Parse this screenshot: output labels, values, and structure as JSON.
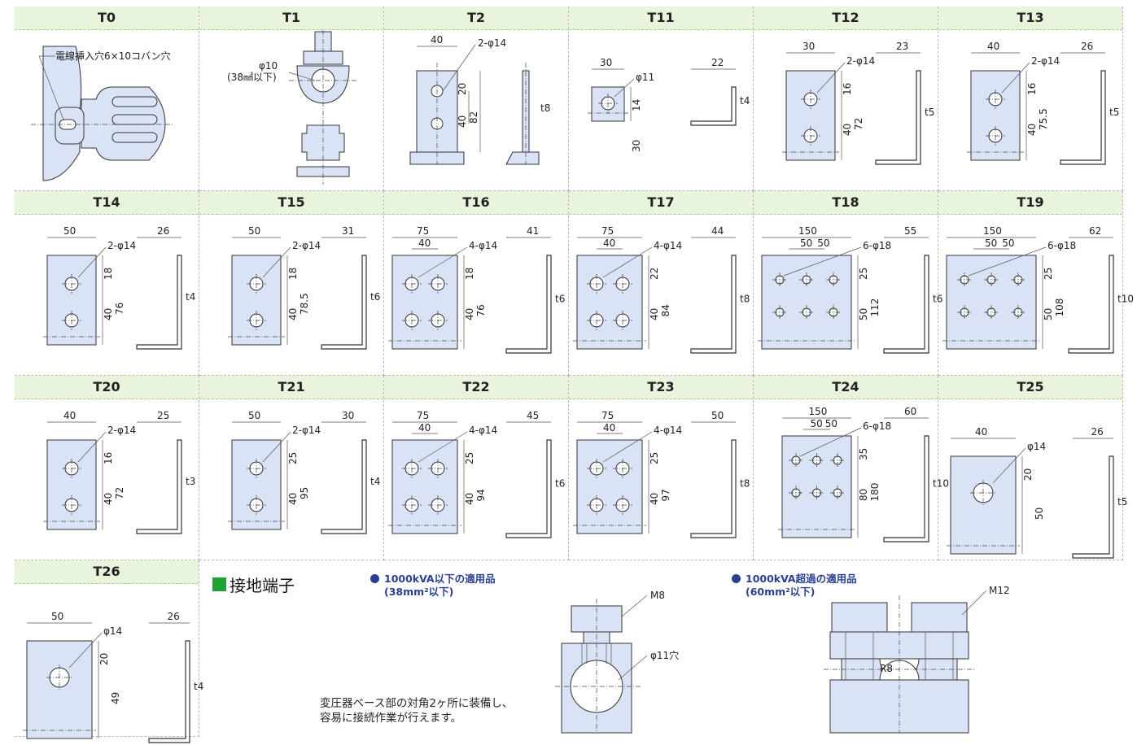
{
  "terminals": [
    {
      "id": "T0",
      "note": "電線挿入穴6×10コバン穴"
    },
    {
      "id": "T1",
      "dia": "φ10",
      "size": "(38㎟以下)"
    },
    {
      "id": "T2",
      "w": "40",
      "holes": "2-φ14",
      "d1": "20",
      "d2": "40",
      "d3": "82",
      "t": "t8"
    },
    {
      "id": "T11",
      "w": "30",
      "holes": "φ11",
      "d1": "14",
      "d2": "30",
      "l": "22",
      "t": "t4"
    },
    {
      "id": "T12",
      "w": "30",
      "holes": "2-φ14",
      "d1": "16",
      "d2": "40",
      "d3": "72",
      "l": "23",
      "t": "t5"
    },
    {
      "id": "T13",
      "w": "40",
      "holes": "2-φ14",
      "d1": "16",
      "d2": "40",
      "d3": "75.5",
      "l": "26",
      "t": "t5"
    },
    {
      "id": "T14",
      "w": "50",
      "holes": "2-φ14",
      "d1": "18",
      "d2": "40",
      "d3": "76",
      "l": "26",
      "t": "t4"
    },
    {
      "id": "T15",
      "w": "50",
      "holes": "2-φ14",
      "d1": "18",
      "d2": "40",
      "d3": "78.5",
      "l": "31",
      "t": "t6"
    },
    {
      "id": "T16",
      "w": "75",
      "w2": "40",
      "holes": "4-φ14",
      "d1": "18",
      "d2": "40",
      "d3": "76",
      "l": "41",
      "t": "t6"
    },
    {
      "id": "T17",
      "w": "75",
      "w2": "40",
      "holes": "4-φ14",
      "d1": "22",
      "d2": "40",
      "d3": "84",
      "l": "44",
      "t": "t8"
    },
    {
      "id": "T18",
      "w": "150",
      "w2": "50",
      "w3": "50",
      "holes": "6-φ18",
      "d1": "25",
      "d2": "50",
      "d3": "112",
      "l": "55",
      "t": "t6"
    },
    {
      "id": "T19",
      "w": "150",
      "w2": "50",
      "w3": "50",
      "holes": "6-φ18",
      "d1": "25",
      "d2": "50",
      "d3": "108",
      "l": "62",
      "t": "t10"
    },
    {
      "id": "T20",
      "w": "40",
      "holes": "2-φ14",
      "d1": "16",
      "d2": "40",
      "d3": "72",
      "l": "25",
      "t": "t3"
    },
    {
      "id": "T21",
      "w": "50",
      "holes": "2-φ14",
      "d1": "25",
      "d2": "40",
      "d3": "95",
      "l": "30",
      "t": "t4"
    },
    {
      "id": "T22",
      "w": "75",
      "w2": "40",
      "holes": "4-φ14",
      "d1": "25",
      "d2": "40",
      "d3": "94",
      "l": "45",
      "t": "t6"
    },
    {
      "id": "T23",
      "w": "75",
      "w2": "40",
      "holes": "4-φ14",
      "d1": "25",
      "d2": "40",
      "d3": "97",
      "l": "50",
      "t": "t8"
    },
    {
      "id": "T24",
      "w": "150",
      "w2": "50",
      "w3": "50",
      "holes": "6-φ18",
      "d1": "35",
      "d2": "80",
      "d3": "180",
      "l": "60",
      "t": "t10"
    },
    {
      "id": "T25",
      "w": "40",
      "holes": "φ14",
      "d1": "20",
      "d3": "50",
      "l": "26",
      "t": "t5"
    },
    {
      "id": "T26",
      "w": "50",
      "holes": "φ14",
      "d1": "20",
      "d3": "49",
      "l": "26",
      "t": "t4"
    }
  ],
  "grounding": {
    "title": "接地端子",
    "small": {
      "line1": "1000kVA以下の適用品",
      "line2": "(38mm²以下)",
      "bolt": "M8",
      "hole": "φ11穴"
    },
    "large": {
      "line1": "1000kVA超過の適用品",
      "line2": "(60mm²以下)",
      "bolt": "M12",
      "radius": "R8"
    },
    "note_line1": "変圧器ベース部の対角2ヶ所に装備し、",
    "note_line2": "容易に接続作業が行えます。"
  },
  "colors": {
    "header_bg": "#e9f4dd",
    "plate_fill": "#d9e3f5",
    "accent_green": "#1fa235",
    "accent_blue": "#2a3f8f"
  }
}
